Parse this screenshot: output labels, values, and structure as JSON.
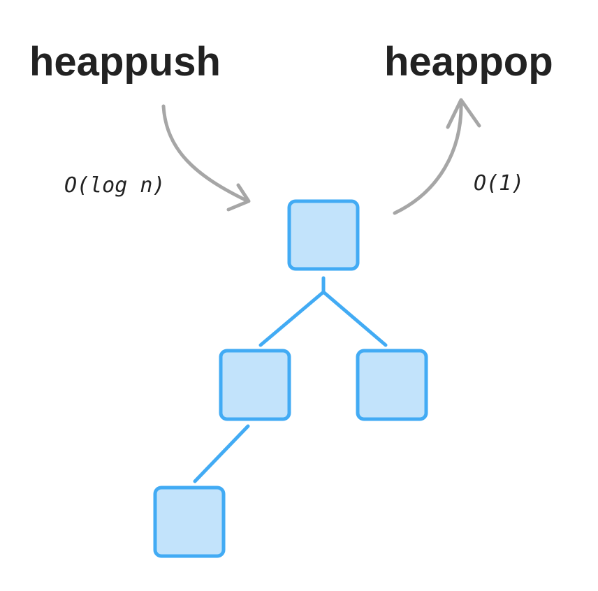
{
  "labels": {
    "push_title": "heappush",
    "pop_title": "heappop",
    "push_complexity": "O(log n)",
    "pop_complexity": "O(1)"
  },
  "colors": {
    "node_fill": "#c2e3fb",
    "node_stroke": "#42abf4",
    "edge": "#42abf4",
    "arrow": "#a6a6a6",
    "text": "#222222"
  },
  "tree": {
    "nodes": [
      "root",
      "left-child",
      "right-child",
      "left-left-grandchild"
    ],
    "edges": [
      [
        "root",
        "left-child"
      ],
      [
        "root",
        "right-child"
      ],
      [
        "left-child",
        "left-left-grandchild"
      ]
    ]
  }
}
